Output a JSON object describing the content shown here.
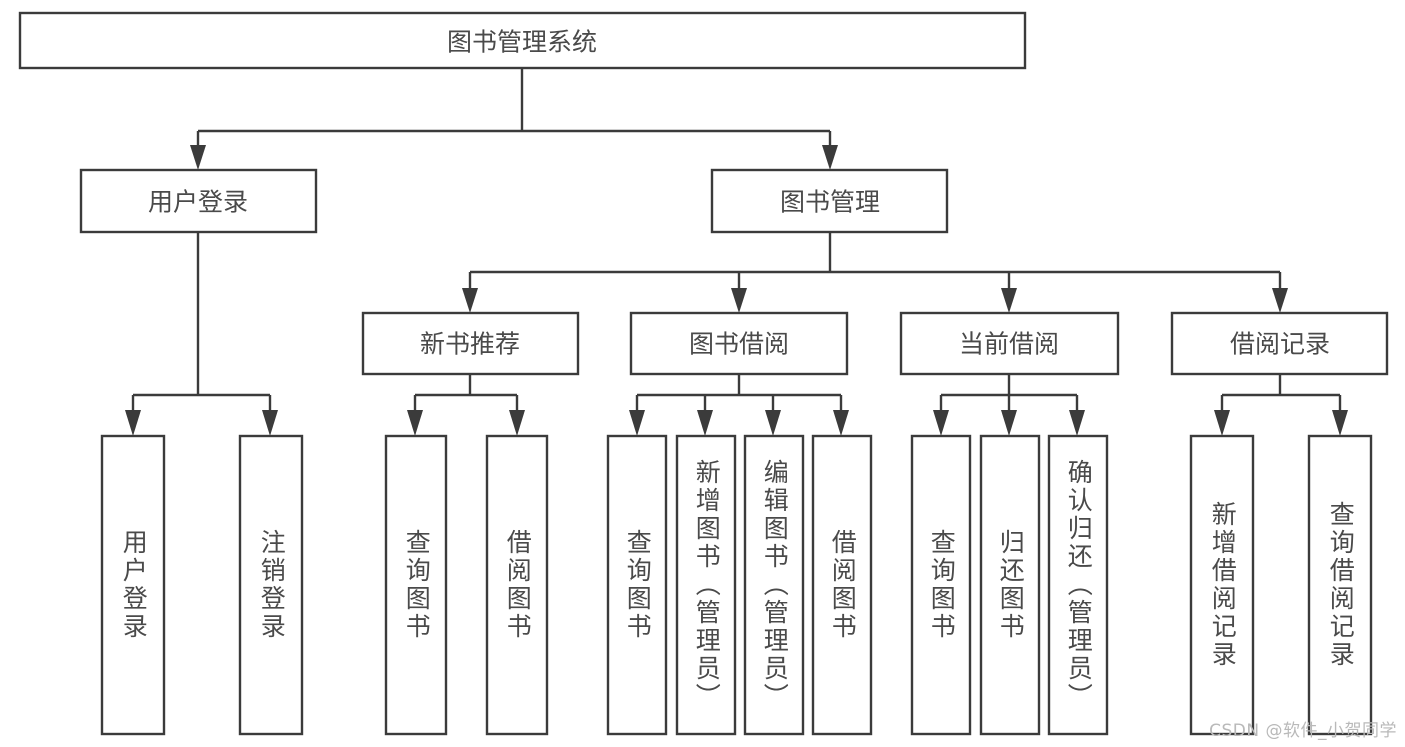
{
  "diagram": {
    "title": "图书管理系统",
    "type": "tree-hierarchy",
    "watermark": "CSDN @软件_小贺同学",
    "colors": {
      "box_border": "#3b3b3b",
      "box_fill": "#ffffff",
      "text": "#4a4a4a",
      "connector": "#3b3b3b",
      "background": "#ffffff",
      "watermark": "#b9b9b9"
    },
    "root": {
      "label": "图书管理系统"
    },
    "level2": [
      {
        "id": "user-login",
        "label": "用户登录"
      },
      {
        "id": "book-manage",
        "label": "图书管理"
      }
    ],
    "level3": [
      {
        "id": "new-book-recommend",
        "label": "新书推荐",
        "parent": "book-manage"
      },
      {
        "id": "book-borrow",
        "label": "图书借阅",
        "parent": "book-manage"
      },
      {
        "id": "current-borrow",
        "label": "当前借阅",
        "parent": "book-manage"
      },
      {
        "id": "borrow-record",
        "label": "借阅记录",
        "parent": "book-manage"
      }
    ],
    "leaves": [
      {
        "id": "leaf-user-login",
        "label": "用户登录",
        "parent": "user-login"
      },
      {
        "id": "leaf-user-logout",
        "label": "注销登录",
        "parent": "user-login"
      },
      {
        "id": "leaf-query-book-1",
        "label": "查询图书",
        "parent": "new-book-recommend"
      },
      {
        "id": "leaf-borrow-book-1",
        "label": "借阅图书",
        "parent": "new-book-recommend"
      },
      {
        "id": "leaf-query-book-2",
        "label": "查询图书",
        "parent": "book-borrow"
      },
      {
        "id": "leaf-add-book",
        "label": "新增图书（管理员）",
        "parent": "book-borrow"
      },
      {
        "id": "leaf-edit-book",
        "label": "编辑图书（管理员）",
        "parent": "book-borrow"
      },
      {
        "id": "leaf-borrow-book-2",
        "label": "借阅图书",
        "parent": "book-borrow"
      },
      {
        "id": "leaf-query-book-3",
        "label": "查询图书",
        "parent": "current-borrow"
      },
      {
        "id": "leaf-return-book",
        "label": "归还图书",
        "parent": "current-borrow"
      },
      {
        "id": "leaf-confirm-return",
        "label": "确认归还（管理员）",
        "parent": "current-borrow"
      },
      {
        "id": "leaf-add-record",
        "label": "新增借阅记录",
        "parent": "borrow-record"
      },
      {
        "id": "leaf-query-record",
        "label": "查询借阅记录",
        "parent": "borrow-record"
      }
    ]
  }
}
